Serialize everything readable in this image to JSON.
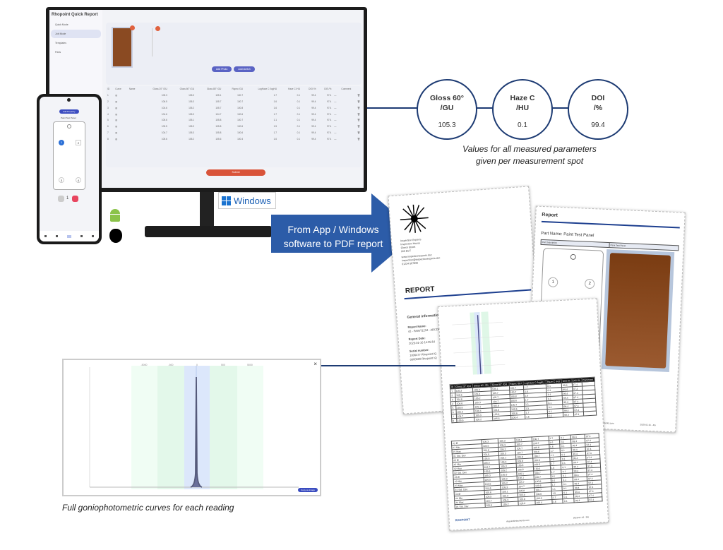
{
  "app": {
    "title": "Rhopoint Quick Report",
    "sidebar": [
      "Quick Mode",
      "Job Mode",
      "Templates",
      "Parts"
    ],
    "add_photo": "Add Photo",
    "add_sketch": "Add sketch",
    "submit": "Submit",
    "columns": [
      "ID",
      "Curve",
      "Name",
      "Gloss 20° /GU",
      "Gloss 60° /GU",
      "Gloss 85° /GU",
      "Rspec /GU",
      "LogHaze C /logHU",
      "Haze C /HU",
      "DOI /%",
      "DIS /%",
      "Comment"
    ],
    "rows": [
      [
        "1",
        "105.3",
        "105.3",
        "105.1",
        "100.7",
        "1.7",
        "0.1",
        "99.4",
        "97.4"
      ],
      [
        "2",
        "106.5",
        "105.3",
        "105.7",
        "100.7",
        "1.6",
        "0.1",
        "99.4",
        "97.4"
      ],
      [
        "3",
        "104.6",
        "105.2",
        "105.7",
        "100.8",
        "1.6",
        "0.1",
        "99.4",
        "97.4"
      ],
      [
        "4",
        "104.6",
        "105.3",
        "104.7",
        "100.6",
        "1.7",
        "0.1",
        "99.4",
        "97.4"
      ],
      [
        "5",
        "105.6",
        "105.1",
        "105.8",
        "100.7",
        "1.1",
        "0.1",
        "99.4",
        "97.4"
      ],
      [
        "6",
        "105.5",
        "105.3",
        "105.8",
        "100.6",
        "1.5",
        "0.1",
        "99.4",
        "97.4"
      ],
      [
        "7",
        "104.7",
        "105.3",
        "105.8",
        "100.6",
        "1.7",
        "0.1",
        "99.4",
        "97.4"
      ],
      [
        "8",
        "105.6",
        "105.2",
        "105.6",
        "100.4",
        "1.6",
        "0.1",
        "99.4",
        "97.4"
      ]
    ]
  },
  "phone": {
    "add_property": "Add Property",
    "panel_label": "Paint Test Panel",
    "spots": [
      "1",
      "2",
      "3",
      "4"
    ],
    "count": "1"
  },
  "badges": {
    "windows": "Windows"
  },
  "measure": {
    "items": [
      {
        "label": "Gloss 60°",
        "unit": "/GU",
        "value": "105.3"
      },
      {
        "label": "Haze C",
        "unit": "/HU",
        "value": "0.1"
      },
      {
        "label": "DOI",
        "unit": "/%",
        "value": "99.4"
      }
    ],
    "caption1": "Values for all measured parameters",
    "caption2": "given per measurement spot"
  },
  "arrow": {
    "line1": "From App / Windows",
    "line2": "software to PDF report"
  },
  "report1": {
    "company": [
      "Inspection Experts",
      "Inspection House",
      "Check Street",
      "INS ECT"
    ],
    "contact": [
      "www.inspectionexperts.doc",
      "inspection@inspectionexperts.doc",
      "01234 567890"
    ],
    "title": "REPORT",
    "general": "General information",
    "report_name_label": "Report Name:",
    "report_name": "42 - PAINT1234 - ABCDEF (Paint...",
    "report_date_label": "Report Date:",
    "report_date": "2025-01-16 14:05:54",
    "serial_label": "Serial number:",
    "serial": [
      "1006477 Rhopoint IQ",
      "0000000 Rhopoint IQ"
    ]
  },
  "report2": {
    "title": "Report",
    "part_name": "Part Name: Paint Test Panel",
    "part_desc": "Part Description",
    "part_value": "Paint Test Panel",
    "spots": [
      "1",
      "2"
    ],
    "footer": "2025-01-16 - 4/6",
    "url": "rhopointinstruments.com"
  },
  "report3": {
    "stats": [
      "#1 Ø",
      "#1 Min",
      "#1 Max",
      "#1 Std. Dev",
      "#2 Ø",
      "#2 Min",
      "#2 Max",
      "#2 Std. Dev",
      "#3 Ø",
      "#3 Min",
      "#3 Max",
      "#3 Std. Dev",
      "#4 Ø",
      "#4 Min",
      "#4 Max",
      "#4 Std. Dev"
    ],
    "footer": "2025-01-16 - 5/6",
    "url": "rhopointinstruments.com",
    "brand": "RHOPOINT"
  },
  "chart": {
    "close": "×",
    "button": "Copy as image",
    "bands": [
      "-5000",
      "-500",
      "0",
      "500",
      "5000"
    ]
  },
  "bottom_caption": "Full goniophotometric curves for each reading"
}
